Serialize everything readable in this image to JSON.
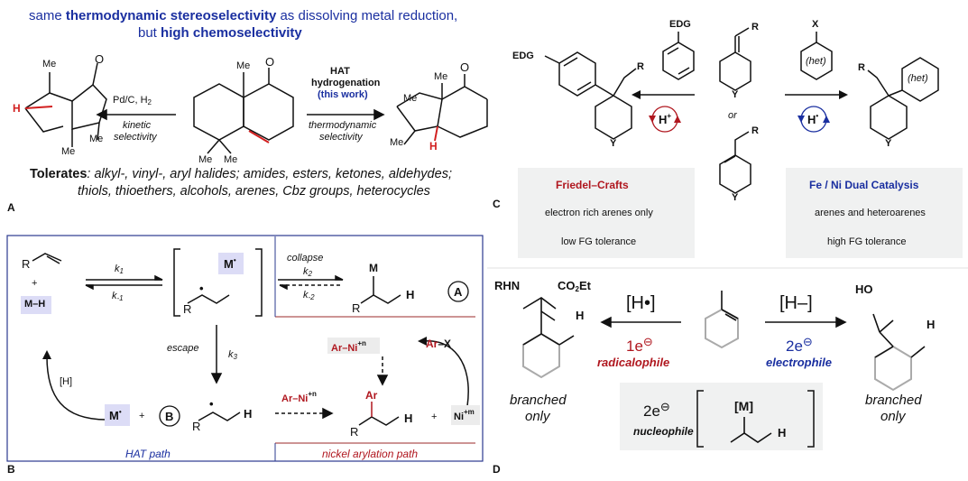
{
  "panelA": {
    "label": "A",
    "header_line1_pre": "same ",
    "header_line1_bold": "thermodynamic stereoselectivity",
    "header_line1_post": " as dissolving metal reduction,",
    "header_line2_pre": "but ",
    "header_line2_bold": "high chemoselectivity",
    "left_reagent": "Pd/C, H",
    "left_reagent_sub": "2",
    "left_note1": "kinetic",
    "left_note2": "selectivity",
    "right_reagent1": "HAT",
    "right_reagent2": "hydrogenation",
    "right_reagent3": "(this work)",
    "right_note1": "thermodynamic",
    "right_note2": "selectivity",
    "tolerates_label": "Tolerates",
    "tolerates_line1": ": alkyl-, vinyl-, aryl halides; amides, esters, ketones, aldehydes;",
    "tolerates_line2": "thiols, thioethers, alcohols, arenes, Cbz groups, heterocycles",
    "atoms": {
      "me": "Me",
      "o": "O",
      "h": "H"
    }
  },
  "panelB": {
    "label": "B",
    "r": "R",
    "plus": "+",
    "mh": "M–H",
    "k1": "k",
    "k1_sub": "1",
    "km1_sub": "-1",
    "m_dot": "M",
    "collapse": "collapse",
    "k2_sub": "2",
    "km2_sub": "-2",
    "escape": "escape",
    "k3_sub": "3",
    "h_bracket": "[H]",
    "circle_a": "A",
    "circle_b": "B",
    "m": "M",
    "h": "H",
    "arni": "Ar–Ni",
    "arni_sup": "+n",
    "arx_ar": "Ar",
    "arx_x": "–X",
    "ni": "Ni",
    "ni_sup": "+m",
    "ar": "Ar",
    "hat_path": "HAT path",
    "nickel_path": "nickel arylation path"
  },
  "panelC": {
    "label": "C",
    "edg": "EDG",
    "x": "X",
    "het": "(het)",
    "r": "R",
    "y": "Y",
    "or": "or",
    "h_plus": "H",
    "h_plus_sup": "+",
    "h_dot": "H",
    "fc_title": "Friedel–Crafts",
    "fc_line1": "electron rich arenes only",
    "fc_line2": "low FG tolerance",
    "fe_title": "Fe / Ni Dual Catalysis",
    "fe_line1": "arenes and heteroarenes",
    "fe_line2": "high FG tolerance"
  },
  "panelD": {
    "label": "D",
    "rhn": "RHN",
    "co2et": "CO",
    "co2et_sub": "2",
    "co2et_end": "Et",
    "h": "H",
    "ho": "HO",
    "h_rad": "[H•]",
    "h_minus": "[H–]",
    "e1": "1e",
    "e2": "2e",
    "e2n": "2e",
    "minus": "⊖",
    "radicalophile": "radicalophile",
    "electrophile": "electrophile",
    "nucleophile": "nucleophile",
    "branched_left1": "branched",
    "branched_left2": "only",
    "branched_right1": "branched",
    "branched_right2": "only",
    "m_bracket": "[M]"
  },
  "colors": {
    "navy": "#1a2fa0",
    "red": "#b0171f",
    "highlight_red": "#d21f1f",
    "lavender": "#dcdcf6",
    "grey_box": "#f0f1f1",
    "light_ring": "#b5b5b5",
    "frame_blue": "#2b3a8f",
    "line_red": "#9b2a2a"
  }
}
